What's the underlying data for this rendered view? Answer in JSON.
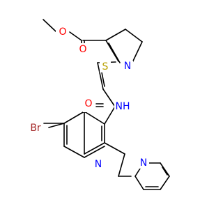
{
  "molecule": {
    "colors": {
      "bond": "#000000",
      "O": "#ff0000",
      "N": "#0000ff",
      "S": "#b8a000",
      "Br": "#a52a2a",
      "H": "#0000ff"
    },
    "atoms": {
      "O_ester": "O",
      "O_carbonyl_ester": "O",
      "S_ring": "S",
      "N_thiazole": "N",
      "N_amide": "NH",
      "O_amide": "O",
      "Br_sub": "Br",
      "N_quinoline": "N",
      "N_pyridine": "N"
    }
  }
}
